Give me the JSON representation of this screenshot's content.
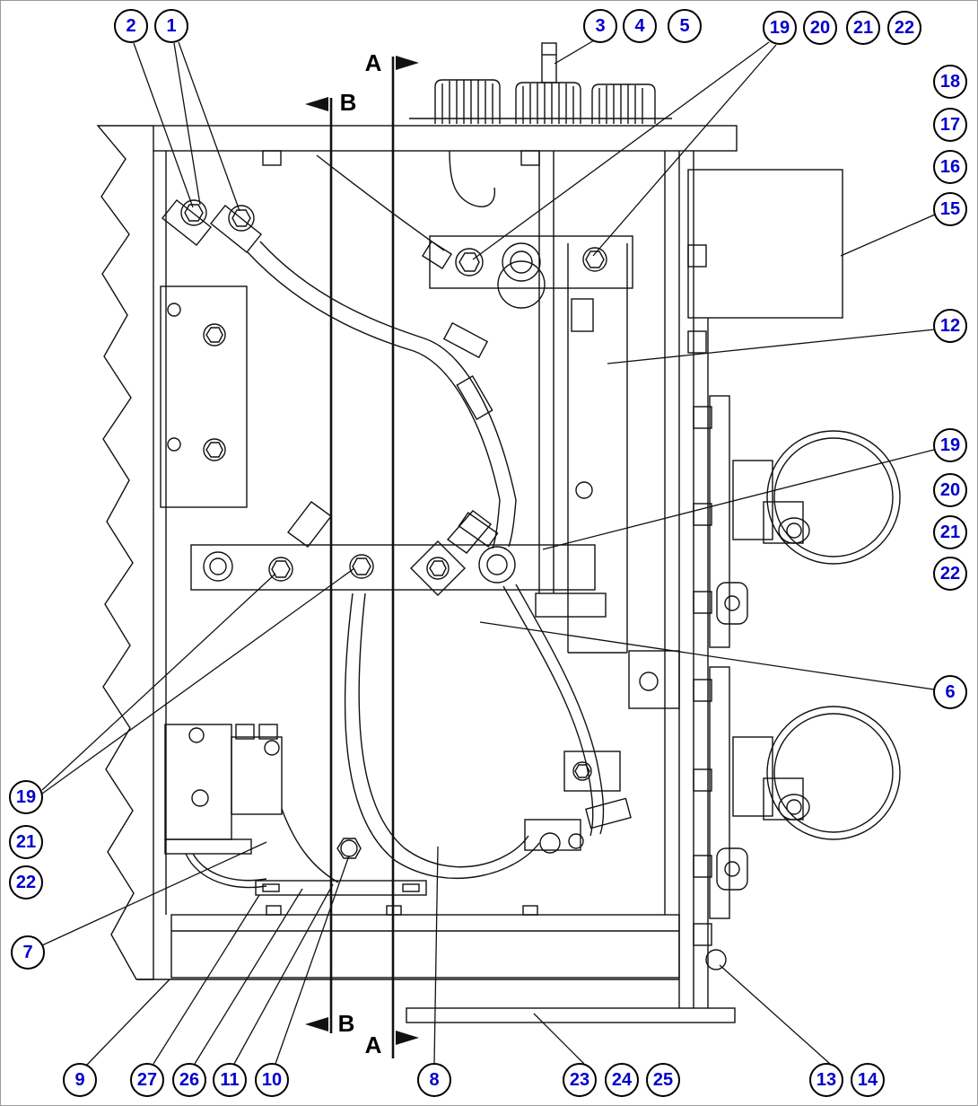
{
  "page": {
    "background": "#ffffff",
    "border_color": "#9a9a9a"
  },
  "drawing": {
    "line_color": "#111111",
    "callout_text_color": "#0000cc",
    "callout_fill": "#ffffff",
    "callout_border": "#000000"
  },
  "section_markers": {
    "a": "A",
    "b": "B"
  },
  "callouts": [
    {
      "label": "2"
    },
    {
      "label": "1"
    },
    {
      "label": "3"
    },
    {
      "label": "4"
    },
    {
      "label": "5"
    },
    {
      "label": "19"
    },
    {
      "label": "20"
    },
    {
      "label": "21"
    },
    {
      "label": "22"
    },
    {
      "label": "18"
    },
    {
      "label": "17"
    },
    {
      "label": "16"
    },
    {
      "label": "15"
    },
    {
      "label": "12"
    },
    {
      "label": "19"
    },
    {
      "label": "20"
    },
    {
      "label": "21"
    },
    {
      "label": "22"
    },
    {
      "label": "6"
    },
    {
      "label": "19"
    },
    {
      "label": "21"
    },
    {
      "label": "22"
    },
    {
      "label": "7"
    },
    {
      "label": "9"
    },
    {
      "label": "27"
    },
    {
      "label": "26"
    },
    {
      "label": "11"
    },
    {
      "label": "10"
    },
    {
      "label": "8"
    },
    {
      "label": "23"
    },
    {
      "label": "24"
    },
    {
      "label": "25"
    },
    {
      "label": "13"
    },
    {
      "label": "14"
    }
  ]
}
